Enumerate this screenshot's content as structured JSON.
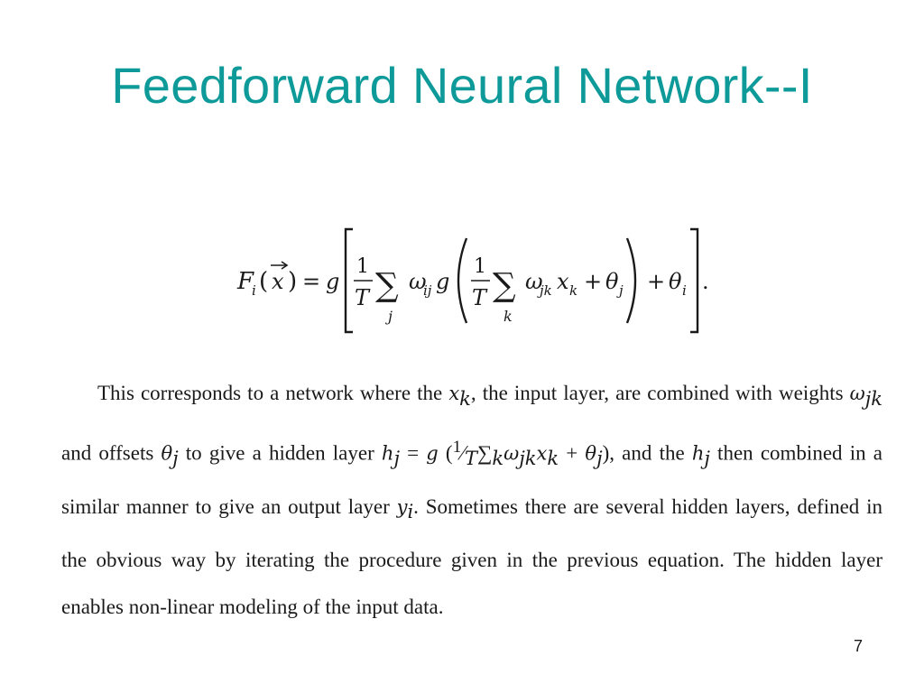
{
  "slide": {
    "title": "Feedforward Neural Network--I",
    "page_number": "7"
  },
  "equation": {
    "lhs": "F",
    "lhs_sub": "i",
    "lhs_open": "(",
    "lhs_arg": "x",
    "lhs_close": ")",
    "equals": "=",
    "g_outer": "g",
    "frac1_num": "1",
    "frac1_den": "T",
    "sum1": "∑",
    "sum1_idx": "j",
    "omega_ij": "ω",
    "omega_ij_sub": "ij",
    "g_inner": "g",
    "frac2_num": "1",
    "frac2_den": "T",
    "sum2": "∑",
    "sum2_idx": "k",
    "omega_jk": "ω",
    "omega_jk_sub": "jk",
    "x_k": "x",
    "x_k_sub": "k",
    "plus1": "+",
    "theta_j": "θ",
    "theta_j_sub": "j",
    "plus2": "+",
    "theta_i": "θ",
    "theta_i_sub": "i",
    "period": "."
  },
  "paragraph": {
    "s1": "This corresponds to a network where the ",
    "x_k": "x",
    "x_k_sub": "k",
    "s2": ", the input layer, are combined with weights ",
    "omega_jk": "ω",
    "omega_jk_sub": "jk",
    "s3": " and offsets ",
    "theta_j": "θ",
    "theta_j_sub": "j",
    "s4": " to give a hidden layer ",
    "h_j": "h",
    "h_j_sub": "j",
    "s5": " = ",
    "g": "g",
    "open": " (",
    "frac_num": "1",
    "frac_den": "T",
    "sum": "∑",
    "sum_idx": "k",
    "omega2": "ω",
    "omega2_sub": "jk",
    "x2": "x",
    "x2_sub": "k",
    "plus": " + ",
    "theta2": "θ",
    "theta2_sub": "j",
    "close": ")",
    "s6": ", and the ",
    "h2": "h",
    "h2_sub": "j",
    "s7": " then combined in a similar manner to give an output layer ",
    "y_i": "y",
    "y_i_sub": "i",
    "s8": ". Sometimes there are several hidden layers, defined in the obvious way by iterating the procedure given in the previous equation. The hidden layer enables non-linear modeling of the input data."
  }
}
